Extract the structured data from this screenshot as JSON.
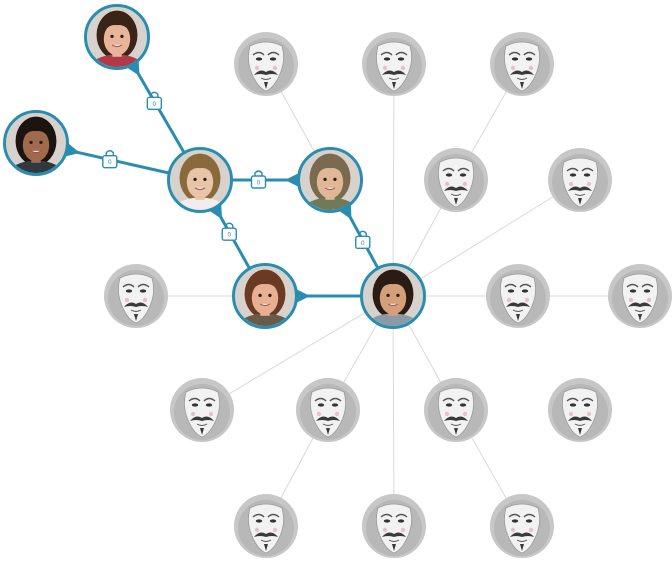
{
  "colors": {
    "accent": "#2A8DB0",
    "edge_gray": "#D9D9D9",
    "anon_bg": "#C7C7C7",
    "mask": "#F2F2F2"
  },
  "lock_icon": "padlock-icon",
  "locks": [
    {
      "id": "lock-1",
      "label": "0"
    },
    {
      "id": "lock-2",
      "label": "0"
    },
    {
      "id": "lock-3",
      "label": "0"
    },
    {
      "id": "lock-4",
      "label": "0"
    },
    {
      "id": "lock-5",
      "label": "0"
    }
  ],
  "avatars": [
    {
      "id": "avatar-person-top",
      "kind": "person",
      "icon": "person-photo-icon",
      "hair": "#3a2418",
      "skin": "#e8b49a",
      "shirt": "#b03a4a"
    },
    {
      "id": "avatar-person-left",
      "kind": "person",
      "icon": "person-photo-icon",
      "hair": "#1d1410",
      "skin": "#a06a4c",
      "shirt": "#2e3a40"
    },
    {
      "id": "avatar-person-center",
      "kind": "person",
      "icon": "person-photo-icon",
      "hair": "#8a6a3a",
      "skin": "#e8c4a8",
      "shirt": "#f2ecef"
    },
    {
      "id": "avatar-person-glasses",
      "kind": "person",
      "icon": "person-photo-icon",
      "hair": "#7a6a50",
      "skin": "#e0b896",
      "shirt": "#6f7a5a"
    },
    {
      "id": "avatar-person-woman-lower",
      "kind": "person",
      "icon": "person-photo-icon",
      "hair": "#6a3a22",
      "skin": "#e8b090",
      "shirt": "#6a5a4a"
    },
    {
      "id": "avatar-person-hub",
      "kind": "person",
      "icon": "person-photo-icon",
      "hair": "#2a1c14",
      "skin": "#d4a07a",
      "shirt": "#8a9aa6"
    },
    {
      "id": "avatar-anon-1",
      "kind": "anon",
      "icon": "anonymous-mask-icon"
    },
    {
      "id": "avatar-anon-2",
      "kind": "anon",
      "icon": "anonymous-mask-icon"
    },
    {
      "id": "avatar-anon-3",
      "kind": "anon",
      "icon": "anonymous-mask-icon"
    },
    {
      "id": "avatar-anon-4",
      "kind": "anon",
      "icon": "anonymous-mask-icon"
    },
    {
      "id": "avatar-anon-5",
      "kind": "anon",
      "icon": "anonymous-mask-icon"
    },
    {
      "id": "avatar-anon-6",
      "kind": "anon",
      "icon": "anonymous-mask-icon"
    },
    {
      "id": "avatar-anon-7",
      "kind": "anon",
      "icon": "anonymous-mask-icon"
    },
    {
      "id": "avatar-anon-8",
      "kind": "anon",
      "icon": "anonymous-mask-icon"
    },
    {
      "id": "avatar-anon-9",
      "kind": "anon",
      "icon": "anonymous-mask-icon"
    },
    {
      "id": "avatar-anon-10",
      "kind": "anon",
      "icon": "anonymous-mask-icon"
    },
    {
      "id": "avatar-anon-11",
      "kind": "anon",
      "icon": "anonymous-mask-icon"
    },
    {
      "id": "avatar-anon-12",
      "kind": "anon",
      "icon": "anonymous-mask-icon"
    },
    {
      "id": "avatar-anon-13",
      "kind": "anon",
      "icon": "anonymous-mask-icon"
    },
    {
      "id": "avatar-anon-14",
      "kind": "anon",
      "icon": "anonymous-mask-icon"
    },
    {
      "id": "avatar-anon-15",
      "kind": "anon",
      "icon": "anonymous-mask-icon"
    },
    {
      "id": "avatar-anon-16",
      "kind": "anon",
      "icon": "anonymous-mask-icon"
    }
  ]
}
